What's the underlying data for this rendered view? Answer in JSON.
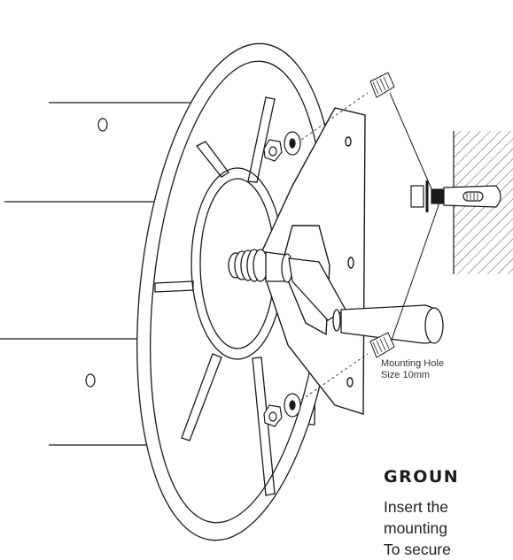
{
  "callout": {
    "line1": "Mounting Hole",
    "line2": "Size 10mm"
  },
  "section": {
    "heading": "GROUN",
    "lines": [
      "Insert the",
      "mounting",
      "To secure"
    ]
  },
  "colors": {
    "line": "#1a1a1a",
    "shadow": "#bdbdbd",
    "background": "#ffffff"
  }
}
